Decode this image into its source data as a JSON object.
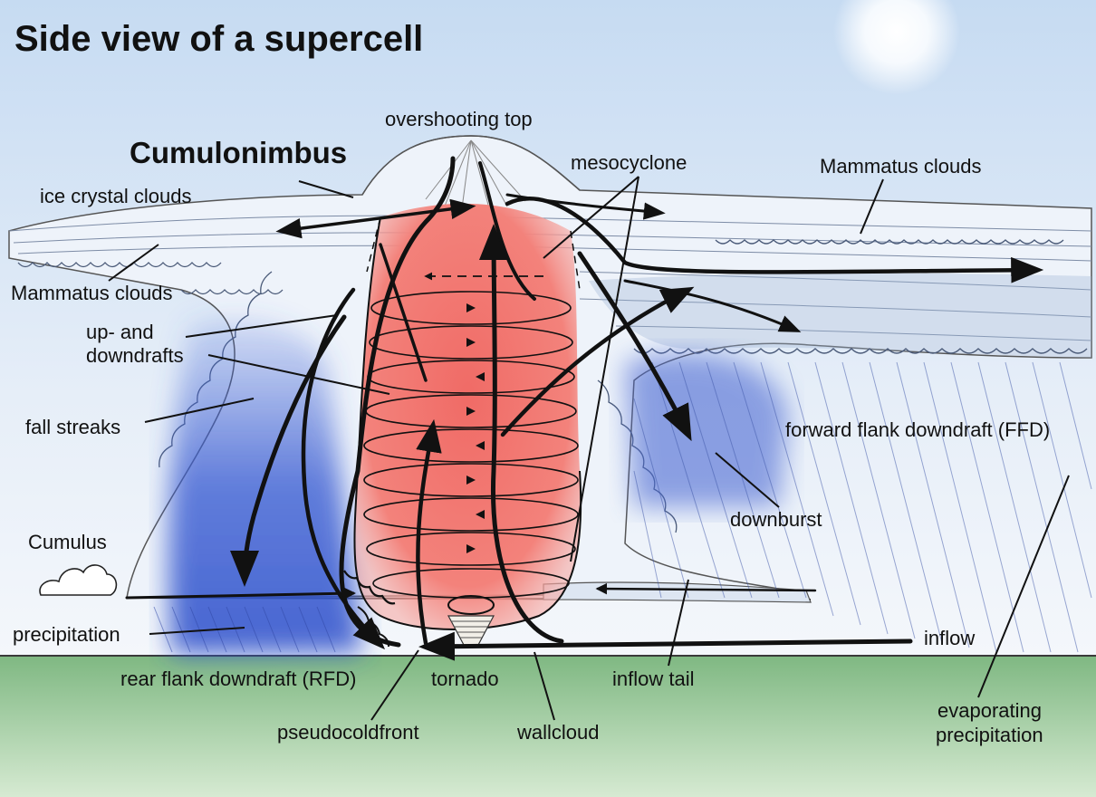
{
  "title": "Side view of a supercell",
  "labels": {
    "cumulonimbus": "Cumulonimbus",
    "overshooting_top": "overshooting top",
    "mesocyclone": "mesocyclone",
    "mammatus_right": "Mammatus clouds",
    "ice_crystal_clouds": "ice crystal clouds",
    "mammatus_left": "Mammatus clouds",
    "updrafts_line1": "up- and",
    "updrafts_line2": "downdrafts",
    "fall_streaks": "fall streaks",
    "ffd": "forward flank downdraft (FFD)",
    "downburst": "downburst",
    "cumulus": "Cumulus",
    "precipitation": "precipitation",
    "inflow": "inflow",
    "rfd": "rear flank downdraft (RFD)",
    "tornado": "tornado",
    "inflow_tail": "inflow tail",
    "evaporating_line1": "evaporating",
    "evaporating_line2": "precipitation",
    "pseudocoldfront": "pseudocoldfront",
    "wallcloud": "wallcloud"
  },
  "colors": {
    "sky": "#cfe0f3",
    "ground": "#8fc08f",
    "updraft_core": "#f07a72",
    "precip_core": "#3c5fd0",
    "cloud": "#f4f7fb",
    "ink": "#111111"
  }
}
